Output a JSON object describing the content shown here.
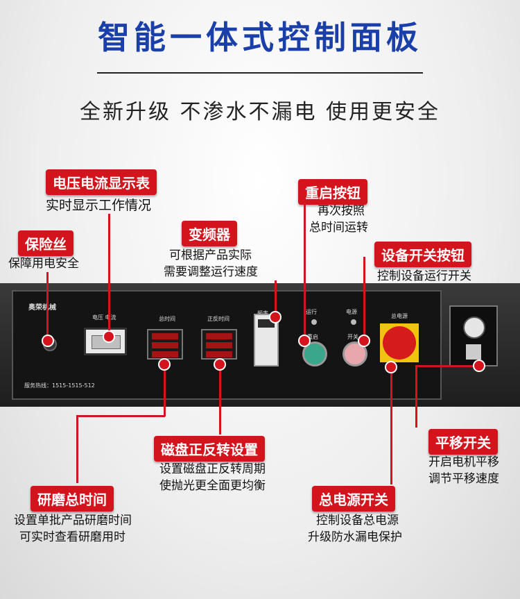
{
  "header": {
    "title": "智能一体式控制面板",
    "subtitle": "全新升级 不渗水不漏电 使用更安全"
  },
  "callouts": {
    "meter": {
      "tag": "电压电流显示表",
      "desc": [
        "实时显示工作情况"
      ]
    },
    "fuse": {
      "tag": "保险丝",
      "desc": [
        "保障用电安全"
      ]
    },
    "inverter": {
      "tag": "变频器",
      "desc": [
        "可根据产品实际",
        "需要调整运行速度"
      ]
    },
    "restart": {
      "tag": "重启按钮",
      "desc": [
        "再次按照",
        "总时间运转"
      ]
    },
    "power_button": {
      "tag": "设备开关按钮",
      "desc": [
        "控制设备运行开关"
      ]
    },
    "disc_reverse": {
      "tag": "磁盘正反转设置",
      "desc": [
        "设置磁盘正反转周期",
        "使抛光更全面更均衡"
      ]
    },
    "grind_time": {
      "tag": "研磨总时间",
      "desc": [
        "设置单批产品研磨时间",
        "可实时查看研磨用时"
      ]
    },
    "main_power": {
      "tag": "总电源开关",
      "desc": [
        "控制设备总电源",
        "升级防水漏电保护"
      ]
    },
    "shift_switch": {
      "tag": "平移开关",
      "desc": [
        "开启电机平移",
        "调节平移速度"
      ]
    }
  },
  "panel": {
    "brand": "奥荣机械",
    "labels": {
      "meter": "电压  电流",
      "timer1": "总时间",
      "timer2": "正反时间",
      "freq": "频率",
      "run": "运行",
      "power": "电源",
      "restart": "重启",
      "switch": "开关",
      "main": "总电源"
    },
    "phone": "服务热线：1515-1515-512"
  },
  "colors": {
    "title": "#1b3fa8",
    "accent": "#d4141c",
    "restart_button": "#3aa68a",
    "power_button": "#e7a7ad"
  }
}
